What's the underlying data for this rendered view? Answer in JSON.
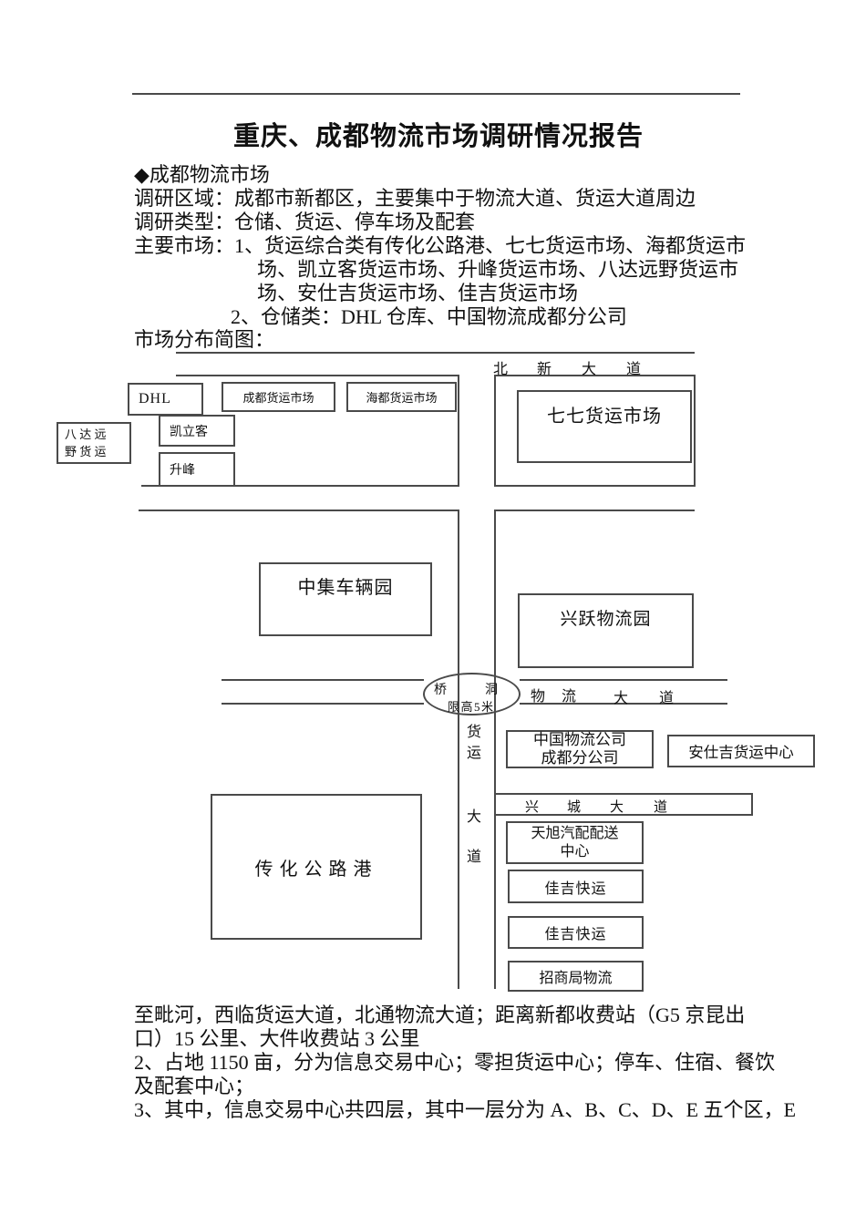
{
  "header": {
    "title": "重庆、成都物流市场调研情况报告"
  },
  "intro": {
    "section_bullet": "◆成都物流市场",
    "line_region": "调研区域：成都市新都区，主要集中于物流大道、货运大道周边",
    "line_type": "调研类型：仓储、货运、停车场及配套",
    "line_markets_1": "主要市场：1、货运综合类有传化公路港、七七货运市场、海都货运市",
    "line_markets_2": "场、凯立客货运市场、升峰货运市场、八达远野货运市",
    "line_markets_3": "场、安仕吉货运市场、佳吉货运市场",
    "line_markets_4": "2、仓储类：DHL 仓库、中国物流成都分公司",
    "line_map_caption": "市场分布简图："
  },
  "diagram": {
    "roads": {
      "beixin": {
        "chars": [
          "北",
          "新",
          "大",
          "道"
        ]
      },
      "wuliu": {
        "chars": [
          "物",
          "流",
          "大",
          "道"
        ]
      },
      "huoyun": {
        "chars": [
          "货",
          "运",
          "大",
          "道"
        ]
      },
      "xingcheng": {
        "chars": [
          "兴",
          "城",
          "大",
          "道"
        ]
      }
    },
    "bridge": {
      "line1_left": "桥",
      "line1_right": "洞",
      "line2": "限高5米"
    },
    "boxes": {
      "dhl": "DHL",
      "chengdu_market": "成都货运市场",
      "haidu_market": "海都货运市场",
      "kailike": "凯立客",
      "shengfeng": "升峰",
      "bada_line1": "八 达 远",
      "bada_line2": "野 货 运",
      "qiqi": "七七货运市场",
      "zhongji": "中集车辆园",
      "xingyue": "兴跃物流园",
      "zhongguo_line1": "中国物流公司",
      "zhongguo_line2": "成都分公司",
      "anshiji": "安仕吉货运中心",
      "tianxu_line1": "天旭汽配配送",
      "tianxu_line2": "中心",
      "jiaji_1": "佳吉快运",
      "jiaji_2": "佳吉快运",
      "zhaoshang": "招商局物流",
      "chuanhua": "传化公路港"
    }
  },
  "footer": {
    "line1": "至毗河，西临货运大道，北通物流大道；距离新都收费站（G5 京昆出",
    "line2": "口）15 公里、大件收费站 3 公里",
    "line3": "2、占地 1150 亩，分为信息交易中心；零担货运中心；停车、住宿、餐饮",
    "line4": "及配套中心；",
    "line5": "3、其中，信息交易中心共四层，其中一层分为 A、B、C、D、E 五个区，E"
  }
}
